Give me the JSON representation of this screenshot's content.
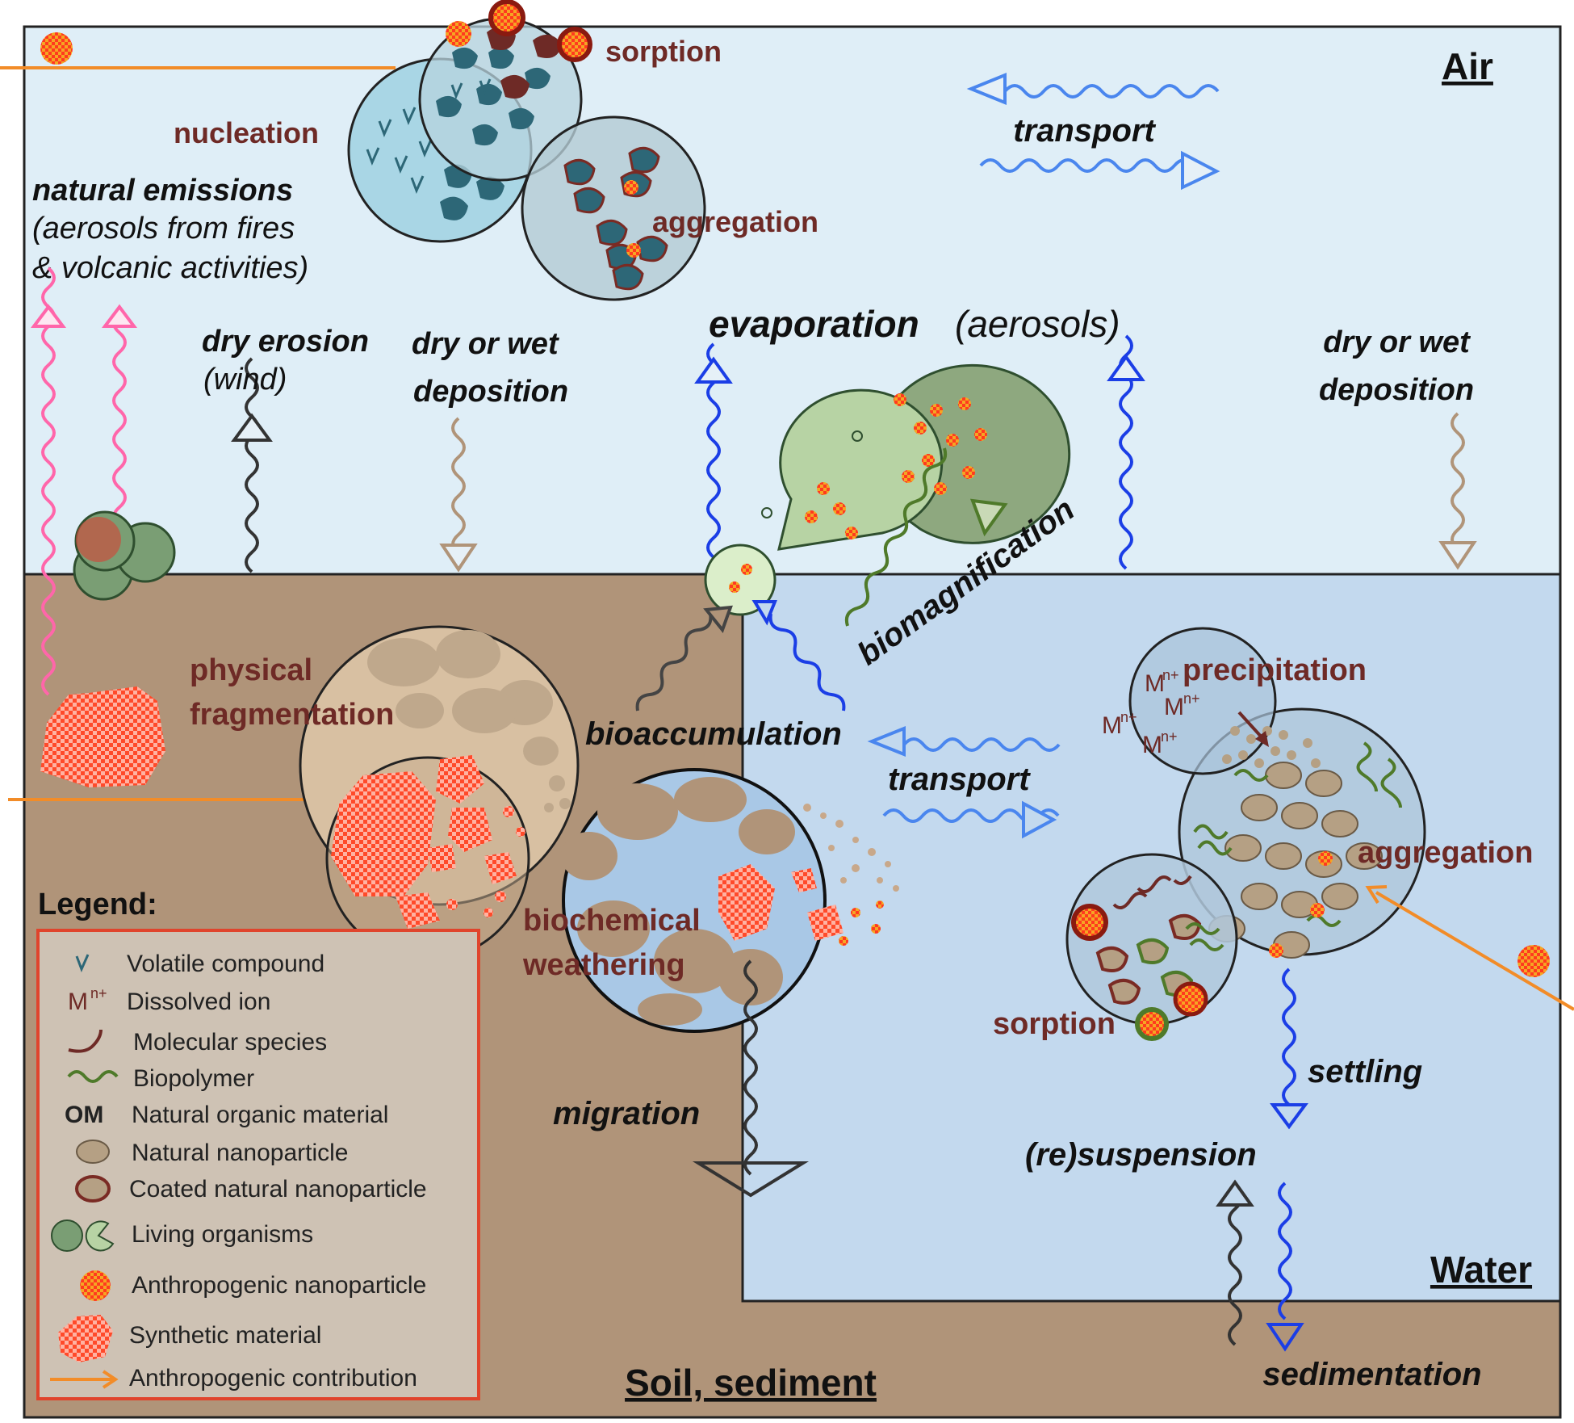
{
  "zones": {
    "air": "Air",
    "water": "Water",
    "soil": "Soil, sediment"
  },
  "labels": {
    "sorption_air": "sorption",
    "nucleation": "nucleation",
    "aggregation_air": "aggregation",
    "transport_air": "transport",
    "natural_emissions": "natural emissions",
    "natural_emissions_detail_1": "(aerosols from fires",
    "natural_emissions_detail_2": "& volcanic activities)",
    "dry_erosion": "dry erosion",
    "dry_erosion_detail": "(wind)",
    "dry_wet_left_1": "dry  or wet",
    "dry_wet_left_2": "deposition",
    "evaporation": "evaporation",
    "evaporation_detail": "(aerosols)",
    "dry_wet_right_1": "dry  or wet",
    "dry_wet_right_2": "deposition",
    "biomagnification": "biomagnification",
    "physical_1": "physical",
    "physical_2": "fragmentation",
    "bioaccumulation": "bioaccumulation",
    "transport_water": "transport",
    "precipitation": "precipitation",
    "aggregation_water": "aggregation",
    "biochemical_1": "biochemical",
    "biochemical_2": "weathering",
    "sorption_water": "sorption",
    "settling": "settling",
    "migration": "migration",
    "resuspension": "(re)suspension",
    "sedimentation": "sedimentation",
    "ion": "M",
    "ion_sup": "n+"
  },
  "legend": {
    "title": "Legend:",
    "items": [
      "Volatile compound",
      "Dissolved ion",
      "Molecular species",
      "Biopolymer",
      "Natural organic material",
      "Natural nanoparticle",
      "Coated natural nanoparticle",
      "Living organisms",
      "Anthropogenic nanoparticle",
      "Synthetic material",
      "Anthropogenic contribution"
    ],
    "om_symbol": "OM",
    "ion_symbol": "M",
    "ion_sup": "n+"
  },
  "colors": {
    "air": "#dfeef7",
    "water": "#c3d9ee",
    "soil": "#b09479",
    "label_red": "#6e2a26",
    "anthropogenic": "#f28c28",
    "nanoparticle_red": "#ff3b1f",
    "biopolymer": "#4f7a2a",
    "legend_border": "#e0442c"
  }
}
